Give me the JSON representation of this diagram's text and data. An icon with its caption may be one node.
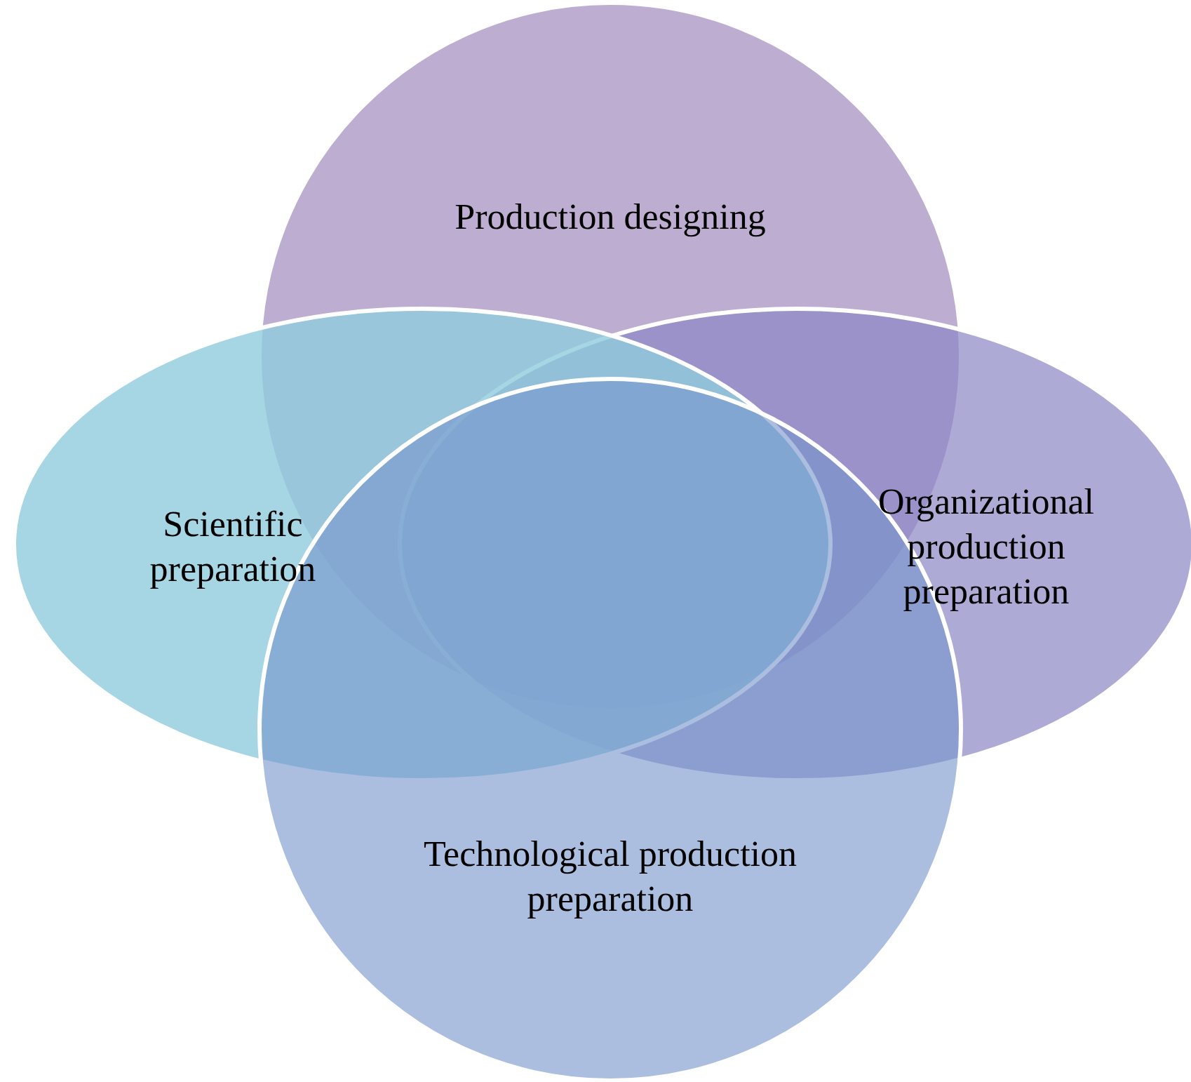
{
  "diagram": {
    "nodes": [
      {
        "text": [
          "Production designing"
        ]
      },
      {
        "text": [
          "Scientific preparation"
        ]
      },
      {
        "text": [
          "Organizational production preparation"
        ]
      },
      {
        "text": [
          "Technological production preparation"
        ]
      }
    ]
  }
}
